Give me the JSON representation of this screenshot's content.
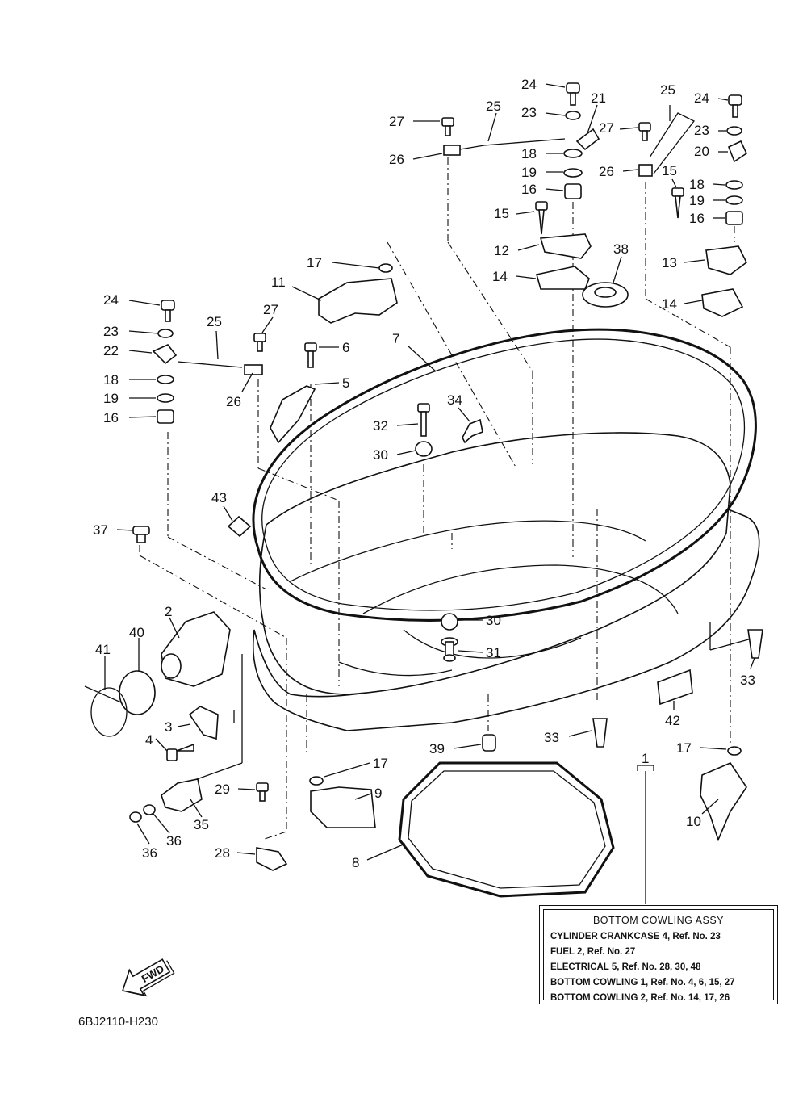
{
  "diagram_code": "6BJ2110-H230",
  "fwd_label": "FWD",
  "assy_box": {
    "title": "BOTTOM  COWLING  ASSY",
    "rows": [
      "CYLINDER  CRANKCASE  4,   Ref.  No.  23",
      "FUEL  2,   Ref.  No.  27",
      "ELECTRICAL  5,   Ref.  No.  28,  30,  48",
      "BOTTOM  COWLING  1,   Ref.  No.  4,  6,  15,  27",
      "BOTTOM  COWLING  2,   Ref.  No.  14,  17,  26"
    ]
  },
  "callouts": [
    "24",
    "23",
    "21",
    "27",
    "25",
    "26",
    "18",
    "19",
    "16",
    "15",
    "12",
    "14",
    "25",
    "24",
    "23",
    "27",
    "20",
    "26",
    "15",
    "18",
    "19",
    "16",
    "13",
    "14",
    "38",
    "17",
    "11",
    "24",
    "23",
    "22",
    "25",
    "27",
    "6",
    "18",
    "5",
    "19",
    "26",
    "16",
    "7",
    "34",
    "32",
    "30",
    "43",
    "37",
    "2",
    "40",
    "41",
    "30",
    "31",
    "3",
    "4",
    "33",
    "42",
    "33",
    "39",
    "1",
    "17",
    "17",
    "29",
    "9",
    "35",
    "36",
    "36",
    "28",
    "8",
    "10"
  ]
}
